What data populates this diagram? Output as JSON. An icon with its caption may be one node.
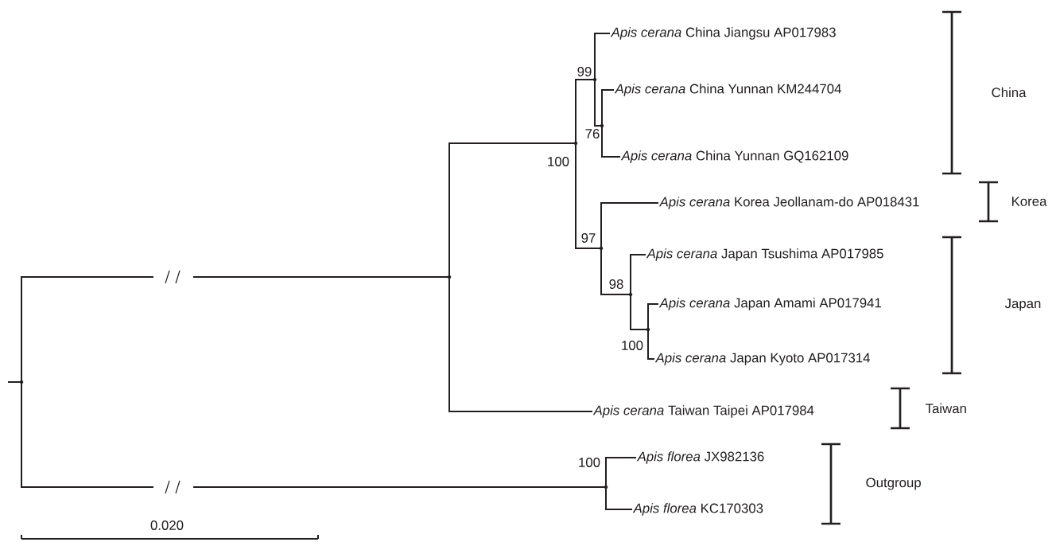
{
  "diagram": {
    "nodes": [
      {
        "text": [],
        "shape": "point"
      },
      {
        "text": [],
        "shape": "point"
      },
      {
        "text": [],
        "shape": "point",
        "beside": [
          "100"
        ]
      },
      {
        "text": [],
        "shape": "point",
        "beside": [
          "99"
        ]
      },
      {
        "text": [
          "*Apis cerana* China Jiangsu AP017983"
        ]
      },
      {
        "text": [],
        "shape": "point",
        "beside": [
          "76"
        ]
      },
      {
        "text": [
          "*Apis cerana* China Yunnan KM244704"
        ]
      },
      {
        "text": [
          "*Apis cerana* China Yunnan GQ162109"
        ]
      },
      {
        "text": [],
        "shape": "point",
        "beside": [
          "97"
        ]
      },
      {
        "text": [
          "*Apis cerana* Korea Jeollanam-do AP018431"
        ]
      },
      {
        "text": [],
        "shape": "point",
        "beside": [
          "98"
        ]
      },
      {
        "text": [
          "*Apis cerana* Japan Tsushima AP017985"
        ]
      },
      {
        "text": [],
        "shape": "point",
        "beside": [
          "100"
        ]
      },
      {
        "text": [
          "*Apis cerana* Japan Amami AP017941"
        ]
      },
      {
        "text": [
          "*Apis cerana* Japan Kyoto AP017314"
        ]
      },
      {
        "text": [
          "*Apis cerana* Taiwan Taipei AP017984"
        ]
      },
      {
        "text": [],
        "shape": "point",
        "beside": [
          "100"
        ]
      },
      {
        "text": [
          "*Apis florea* JX982136"
        ]
      },
      {
        "text": [
          "*Apis florea* KC170303"
        ]
      }
    ],
    "edges": [
      {
        "from": null,
        "to": 0,
        "arrow": "none"
      },
      {
        "from": 0,
        "to": 1,
        "arrow": "none"
      },
      {
        "from": 0,
        "to": 16,
        "arrow": "none"
      },
      {
        "from": 1,
        "to": 2,
        "arrow": "none"
      },
      {
        "from": 1,
        "to": 15,
        "arrow": "none"
      },
      {
        "from": 2,
        "to": 3,
        "arrow": "none"
      },
      {
        "from": 2,
        "to": 8,
        "arrow": "none"
      },
      {
        "from": 3,
        "to": 4,
        "arrow": "none"
      },
      {
        "from": 3,
        "to": 5,
        "arrow": "none"
      },
      {
        "from": 5,
        "to": 6,
        "arrow": "none"
      },
      {
        "from": 5,
        "to": 7,
        "arrow": "none"
      },
      {
        "from": 8,
        "to": 9,
        "arrow": "none"
      },
      {
        "from": 8,
        "to": 10,
        "arrow": "none"
      },
      {
        "from": 10,
        "to": 11,
        "arrow": "none"
      },
      {
        "from": 10,
        "to": 12,
        "arrow": "none"
      },
      {
        "from": 12,
        "to": 13,
        "arrow": "none"
      },
      {
        "from": 12,
        "to": 14,
        "arrow": "none"
      },
      {
        "from": 16,
        "to": 17,
        "arrow": "none"
      },
      {
        "from": 16,
        "to": 18,
        "arrow": "none"
      }
    ],
    "labels": [
      "China",
      "Korea",
      "Japan",
      "Taiwan",
      "Outgroup",
      "0.020"
    ]
  }
}
